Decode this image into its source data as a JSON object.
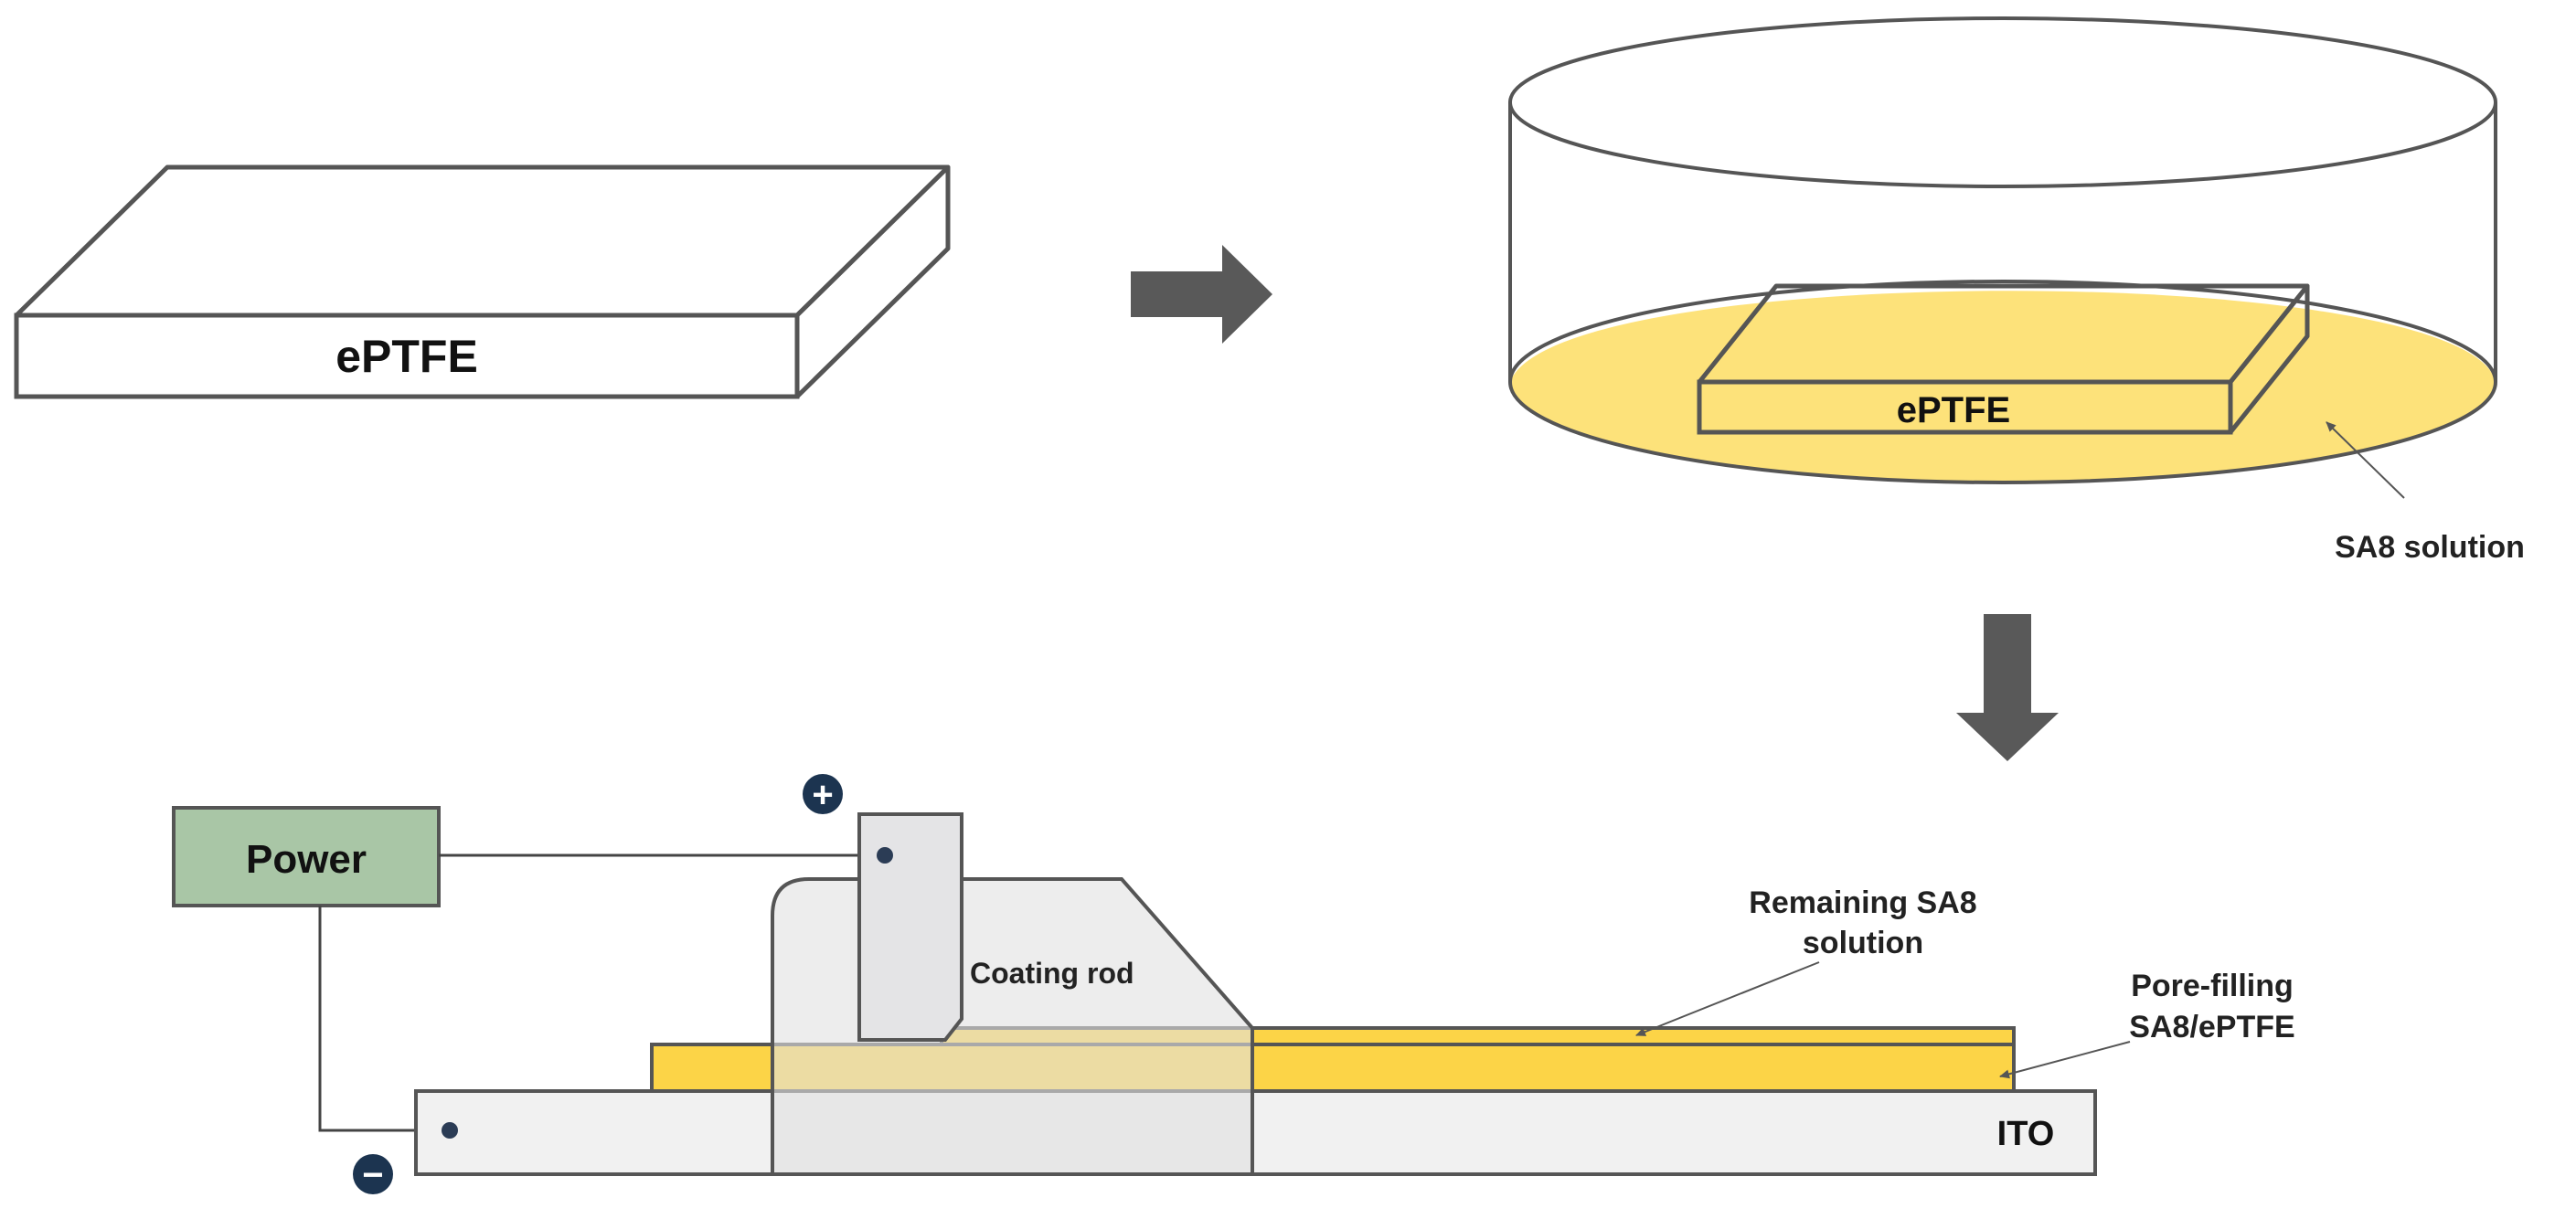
{
  "labels": {
    "eptfe_sheet": "ePTFE",
    "eptfe_in_dish": "ePTFE",
    "sa8_solution": "SA8 solution",
    "power": "Power",
    "coating_rod": "Coating rod",
    "remaining_line1": "Remaining SA8",
    "remaining_line2": "solution",
    "pore_line1": "Pore-filling",
    "pore_line2": "SA8/ePTFE",
    "ito": "ITO",
    "plus_sign": "+",
    "minus_sign": "−"
  },
  "colors": {
    "outline": "#555555",
    "solution": "#fde27a",
    "membrane": "#fcd447",
    "power_box": "#a9c6a6",
    "electrode_sign": "#1c3450",
    "arrow": "#595959",
    "rod": "#e4e4e4"
  }
}
